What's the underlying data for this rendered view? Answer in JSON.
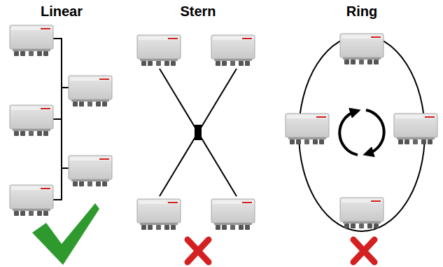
{
  "diagram": {
    "labels": [
      "Linear",
      "Stern",
      "Ring"
    ]
  }
}
